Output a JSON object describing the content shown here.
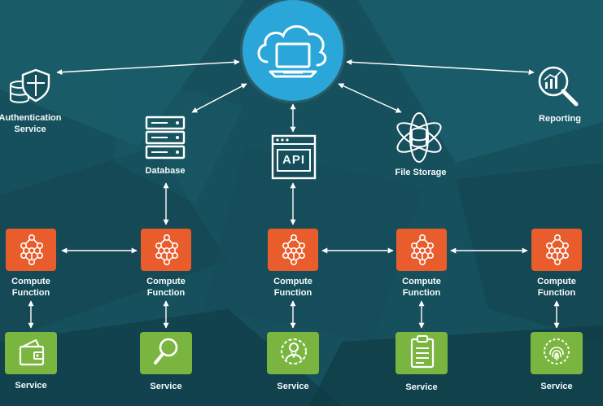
{
  "nodes": {
    "cloud": {
      "icon": "cloud-laptop-icon"
    },
    "auth": {
      "label_line1": "Authentication",
      "label_line2": "Service",
      "icon": "shield-database-icon"
    },
    "database": {
      "label": "Database",
      "icon": "server-rack-icon"
    },
    "api": {
      "label": "API",
      "icon": "api-window-icon"
    },
    "file_storage": {
      "label": "File Storage",
      "icon": "atom-database-icon"
    },
    "reporting": {
      "label": "Reporting",
      "icon": "magnifier-chart-icon"
    }
  },
  "compute": [
    {
      "line1": "Compute",
      "line2": "Function",
      "icon": "network-nodes-icon"
    },
    {
      "line1": "Compute",
      "line2": "Function",
      "icon": "network-nodes-icon"
    },
    {
      "line1": "Compute",
      "line2": "Function",
      "icon": "network-nodes-icon"
    },
    {
      "line1": "Compute",
      "line2": "Function",
      "icon": "network-nodes-icon"
    },
    {
      "line1": "Compute",
      "line2": "Function",
      "icon": "network-nodes-icon"
    }
  ],
  "services": [
    {
      "label": "Service",
      "icon": "wallet-icon"
    },
    {
      "label": "Service",
      "icon": "search-icon"
    },
    {
      "label": "Service",
      "icon": "user-gear-icon"
    },
    {
      "label": "Service",
      "icon": "clipboard-icon"
    },
    {
      "label": "Service",
      "icon": "fingerprint-icon"
    }
  ],
  "colors": {
    "background": "#17505d",
    "cloud": "#2aa6d9",
    "compute": "#e95d2d",
    "service": "#7ab63f",
    "line": "#ffffff"
  }
}
